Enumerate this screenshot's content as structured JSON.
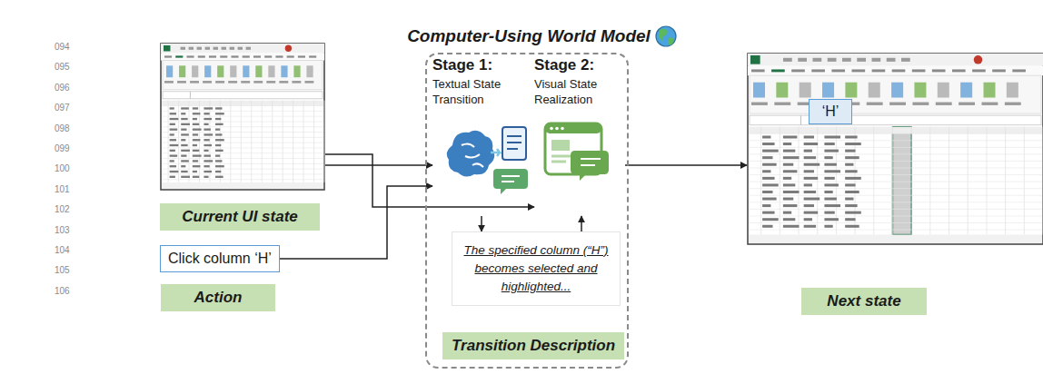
{
  "diagram": {
    "nodes": [
      {
        "text": [
          "Current UI state"
        ]
      },
      {
        "text": [
          "Click column ‘H’",
          "Action"
        ]
      },
      {
        "text": [
          "Computer-Using World Model"
        ]
      },
      {
        "text": [
          "Stage 1:",
          "Textual State Transition"
        ],
        "in": 2
      },
      {
        "text": [
          "Stage 2:",
          "Visual State Realization"
        ],
        "in": 2
      },
      {
        "text": [
          "The specified column (“H”) becomes selected and highlighted...",
          "Transition Description"
        ],
        "in": 2
      },
      {
        "text": [
          "Next state"
        ]
      },
      {
        "text": [
          "‘H’"
        ],
        "in": 6
      }
    ],
    "edges": [
      {
        "from": 0,
        "to": 3,
        "arrow": "to"
      },
      {
        "from": 0,
        "to": 4,
        "arrow": "to"
      },
      {
        "from": 1,
        "to": 3,
        "arrow": "to"
      },
      {
        "from": 3,
        "to": 5,
        "arrow": "to"
      },
      {
        "from": 5,
        "to": 4,
        "arrow": "to"
      },
      {
        "from": 4,
        "to": 6,
        "arrow": "to"
      }
    ],
    "labels": [
      "094",
      "095",
      "096",
      "097",
      "098",
      "099",
      "100",
      "101",
      "102",
      "103",
      "104",
      "105",
      "106"
    ]
  }
}
